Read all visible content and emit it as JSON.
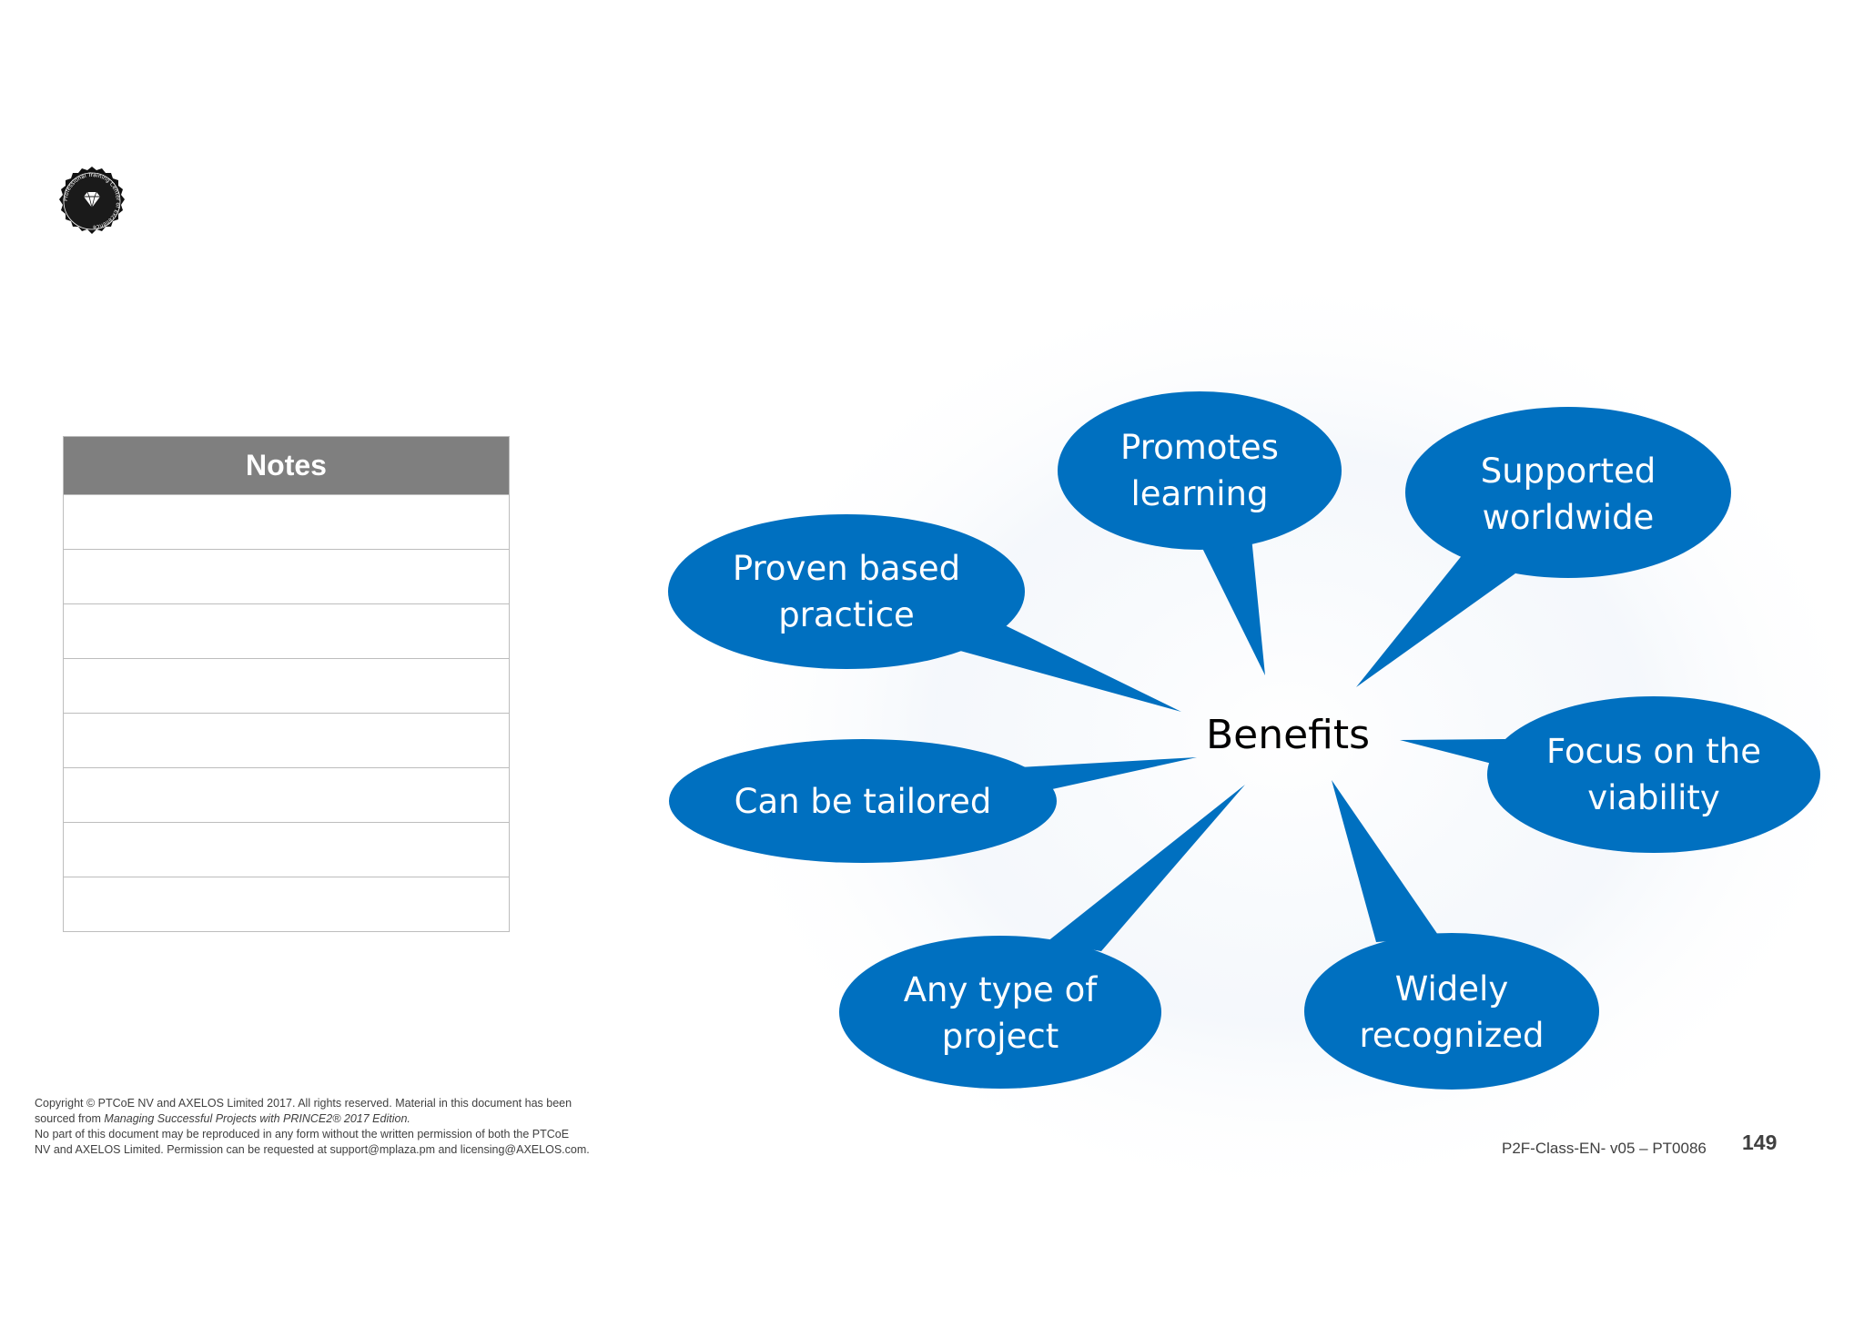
{
  "logo": {
    "icon": "diamond-seal-icon",
    "ring_text": "Professional Training Center of Excellence"
  },
  "notes": {
    "title": "Notes",
    "row_count": 8
  },
  "diagram": {
    "center": "Benefits",
    "bubbles": [
      {
        "id": "promotes-learning",
        "lines": [
          "Promotes",
          "learning"
        ]
      },
      {
        "id": "supported-worldwide",
        "lines": [
          "Supported",
          "worldwide"
        ]
      },
      {
        "id": "proven-based-practice",
        "lines": [
          "Proven based",
          "practice"
        ]
      },
      {
        "id": "focus-on-viability",
        "lines": [
          "Focus on the",
          "viability"
        ]
      },
      {
        "id": "can-be-tailored",
        "lines": [
          "Can be tailored"
        ]
      },
      {
        "id": "any-type-of-project",
        "lines": [
          "Any type of",
          "project"
        ]
      },
      {
        "id": "widely-recognized",
        "lines": [
          "Widely",
          "recognized"
        ]
      }
    ],
    "colors": {
      "bubble": "#0070C0",
      "text": "#FFFFFF",
      "center_text": "#000000"
    }
  },
  "footer": {
    "copyright_line1": "Copyright © PTCoE NV and AXELOS Limited 2017. All rights reserved. Material in this document has been",
    "copyright_line2_prefix": "sourced from ",
    "copyright_line2_title": "Managing Successful Projects with PRINCE2® 2017 Edition.",
    "copyright_line3": "No part of this document may be reproduced in any form without the written permission of both the PTCoE",
    "copyright_line4": "NV and AXELOS Limited. Permission can be requested at support@mplaza.pm and licensing@AXELOS.com.",
    "doc_code": "P2F-Class-EN- v05 – PT0086",
    "page_number": "149"
  }
}
